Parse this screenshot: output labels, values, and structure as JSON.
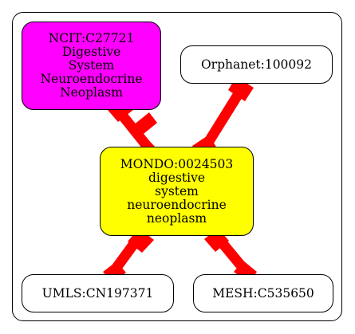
{
  "graph": {
    "colors": {
      "edge": "#ff0000",
      "central_fill": "#ffff00",
      "ncit_fill": "#ff00ff",
      "default_fill": "#ffffff",
      "border": "#000000"
    },
    "nodes": {
      "central": {
        "label": "MONDO:0024503\ndigestive\nsystem\nneuroendocrine\nneoplasm"
      },
      "ncit": {
        "label": "NCIT:C27721\nDigestive\nSystem\nNeuroendocrine\nNeoplasm"
      },
      "orphanet": {
        "label": "Orphanet:100092"
      },
      "umls": {
        "label": "UMLS:CN197371"
      },
      "mesh": {
        "label": "MESH:C535650"
      }
    }
  }
}
